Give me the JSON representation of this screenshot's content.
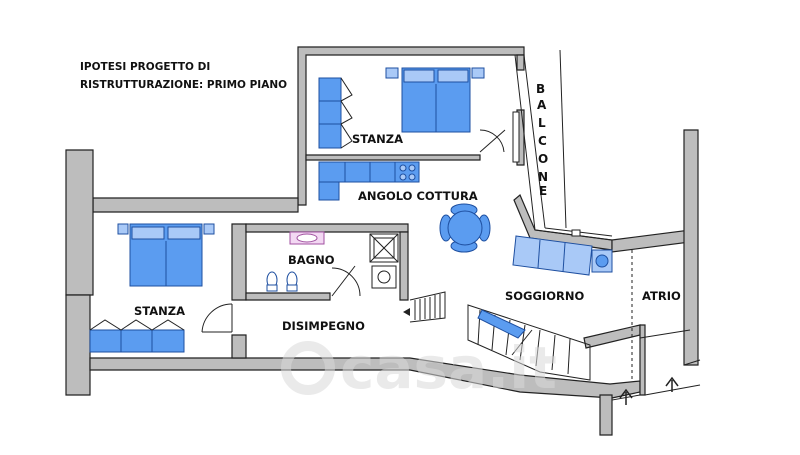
{
  "title": {
    "line1": "IPOTESI PROGETTO DI",
    "line2": "RISTRUTTURAZIONE: PRIMO PIANO"
  },
  "rooms": {
    "stanza_top": "STANZA",
    "angolo_cottura": "ANGOLO COTTURA",
    "bagno": "BAGNO",
    "stanza_left": "STANZA",
    "disimpegno": "DISIMPEGNO",
    "soggiorno": "SOGGIORNO",
    "atrio": "ATRIO",
    "balcone_letters": [
      "B",
      "A",
      "L",
      "C",
      "O",
      "N",
      "E"
    ]
  },
  "watermark": "casa.it",
  "colors": {
    "furniture": "#5b9cf0",
    "walls": "#bdbdbd",
    "outline": "#222222"
  }
}
